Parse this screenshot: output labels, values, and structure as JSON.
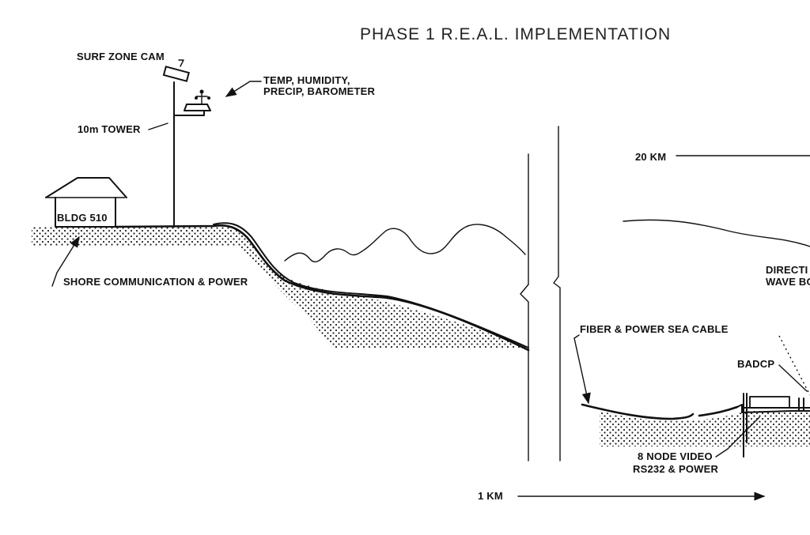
{
  "diagram": {
    "title": "PHASE 1 R.E.A.L. IMPLEMENTATION",
    "labels": {
      "surf_zone_cam": "SURF ZONE CAM",
      "temp_humidity": "TEMP, HUMIDITY,",
      "precip_barometer": "PRECIP, BAROMETER",
      "tower": "10m TOWER",
      "building": "BLDG 510",
      "shore_comm": "SHORE COMMUNICATION & POWER",
      "distance_20km": "20 KM",
      "directional_1": "DIRECTI",
      "directional_2": "WAVE BO",
      "sea_cable": "FIBER & POWER SEA CABLE",
      "badcp": "BADCP",
      "node_video": "8 NODE VIDEO",
      "rs232_power": "RS232 & POWER",
      "distance_1km": "1 KM"
    }
  }
}
